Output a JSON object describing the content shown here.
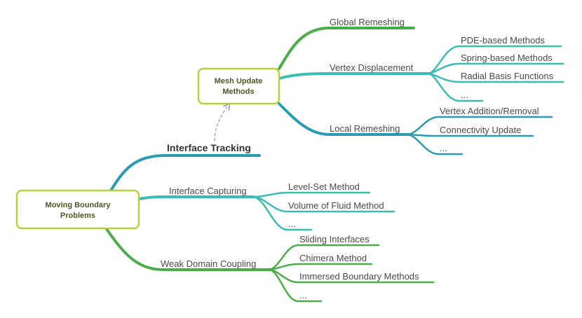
{
  "colors": {
    "green": "#4aae48",
    "teal": "#3bbdb6",
    "blue": "#2b9ab5",
    "box_border": "#b6d23c",
    "dashed_arrow": "#9a8ee0"
  },
  "root": {
    "label_line1": "Moving Boundary",
    "label_line2": "Problems"
  },
  "mesh_box": {
    "label_line1": "Mesh Update",
    "label_line2": "Methods"
  },
  "interface_tracking": {
    "label": "Interface Tracking"
  },
  "mesh_update": {
    "global_remeshing": "Global Remeshing",
    "vertex_displacement": {
      "label": "Vertex Displacement",
      "children": [
        "PDE-based Methods",
        "Spring-based Methods",
        "Radial Basis Functions",
        "..."
      ]
    },
    "local_remeshing": {
      "label": "Local Remeshing",
      "children": [
        "Vertex Addition/Removal",
        "Connectivity Update",
        "..."
      ]
    }
  },
  "interface_capturing": {
    "label": "Interface Capturing",
    "children": [
      "Level-Set Method",
      "Volume of Fluid Method",
      "..."
    ]
  },
  "weak_domain_coupling": {
    "label": "Weak Domain Coupling",
    "children": [
      "Sliding Interfaces",
      "Chimera Method",
      "Immersed Boundary Methods",
      "..."
    ]
  }
}
